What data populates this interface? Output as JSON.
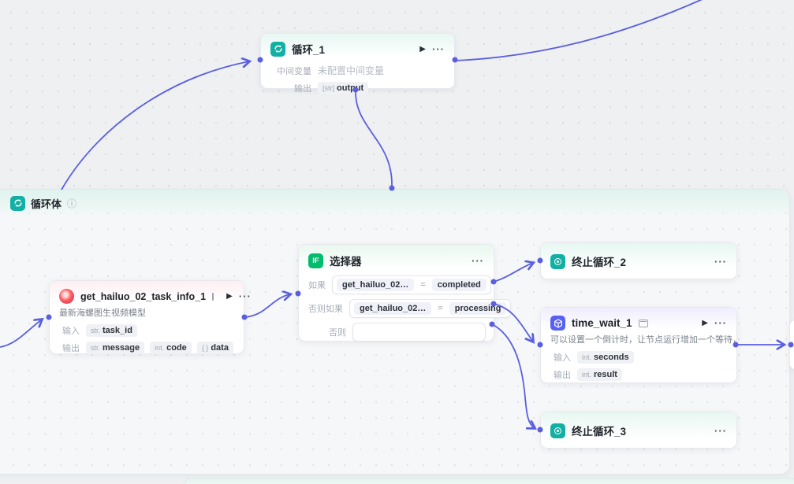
{
  "colors": {
    "edge": "#5a5fe0",
    "teal": "#12b0a4",
    "if_green": "#00bd6e",
    "indigo": "#5a61f2"
  },
  "loop_body": {
    "title": "循环体",
    "info_icon": "ⓘ"
  },
  "loop_node": {
    "title": "循环_1",
    "run_label": "▶",
    "more_label": "···",
    "mid_label": "中间变量",
    "mid_value": "未配置中间变量",
    "out_label": "输出",
    "output_badge": {
      "type": "[str]",
      "name": "output"
    }
  },
  "hailuo_node": {
    "title": "get_hailuo_02_task_info_1",
    "run_label": "▶",
    "more_label": "···",
    "desc": "最新海螺图生视频模型",
    "in_label": "输入",
    "out_label": "输出",
    "inputs": [
      {
        "type": "str.",
        "name": "task_id"
      }
    ],
    "outputs": [
      {
        "type": "str.",
        "name": "message"
      },
      {
        "type": "int.",
        "name": "code"
      },
      {
        "type": "{ }",
        "name": "data"
      }
    ]
  },
  "selector_node": {
    "title": "选择器",
    "icon_text": "IF",
    "more_label": "···",
    "rows": [
      {
        "label": "如果",
        "left": "get_hailuo_02…",
        "op": "=",
        "right": "completed"
      },
      {
        "label": "否则如果",
        "left": "get_hailuo_02…",
        "op": "=",
        "right": "processing"
      },
      {
        "label": "否则",
        "left": "",
        "op": "",
        "right": ""
      }
    ]
  },
  "terminate2": {
    "title": "终止循环_2",
    "more_label": "···"
  },
  "terminate3": {
    "title": "终止循环_3",
    "more_label": "···"
  },
  "time_wait_node": {
    "title": "time_wait_1",
    "run_label": "▶",
    "more_label": "···",
    "desc": "可以设置一个倒计时，让节点运行增加一个等待，可搭配异步…",
    "in_label": "输入",
    "out_label": "输出",
    "inputs": [
      {
        "type": "int.",
        "name": "seconds"
      }
    ],
    "outputs": [
      {
        "type": "int.",
        "name": "result"
      }
    ]
  }
}
